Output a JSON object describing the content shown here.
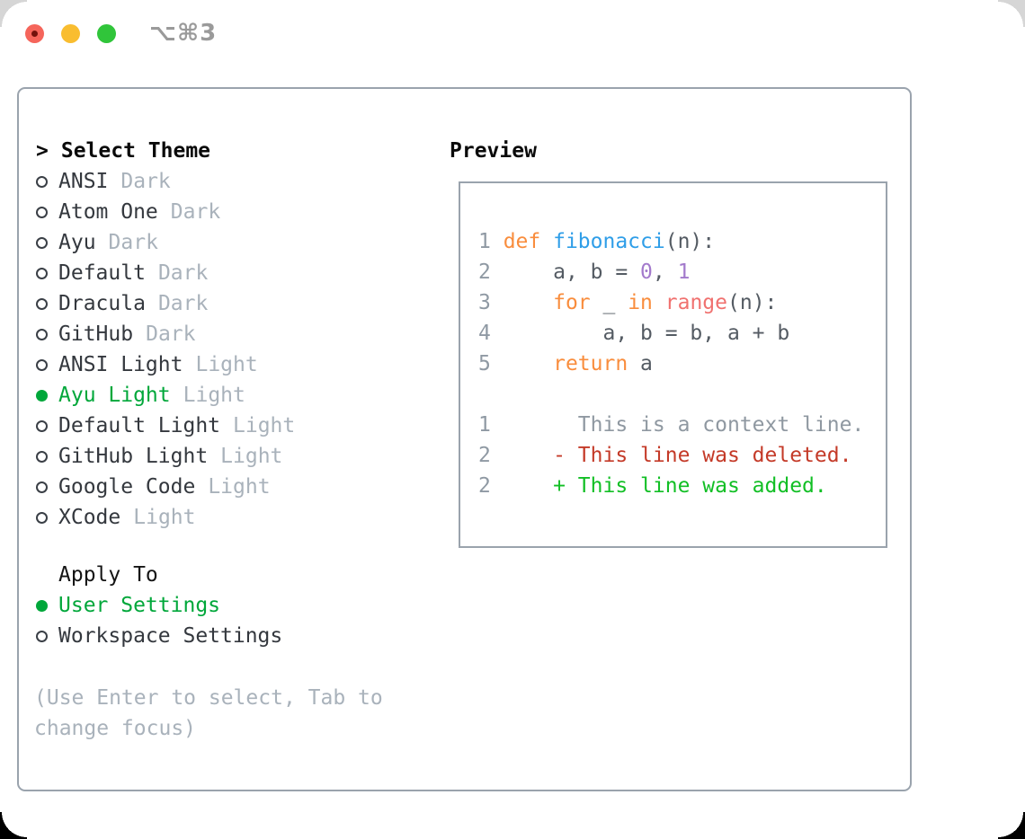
{
  "titlebar": {
    "shortcut_label": "⌥⌘3"
  },
  "palette": {
    "traffic_red": "#f5655b",
    "traffic_red_dot": "#72120c",
    "traffic_yellow": "#f9bd30",
    "traffic_green": "#30c53a",
    "frame_border": "#9aa3ad",
    "ui_selected_green": "#00a73a",
    "text_dark": "#34383e",
    "text_muted": "#a9b2bb",
    "code_plain": "#545b63",
    "code_line_number": "#8f99a3",
    "code_keyword": "#f98d3d",
    "code_function": "#2f9ee8",
    "code_constant": "#a37acc",
    "code_builtin": "#f0716f",
    "diff_context": "#8f98a1",
    "diff_deleted": "#c43a28",
    "diff_added": "#12bf25"
  },
  "theme_panel": {
    "header_prefix": ">",
    "header_label": "Select Theme",
    "items": [
      {
        "name": "ANSI",
        "tag": "Dark",
        "icon": "circle-outline",
        "selected": false
      },
      {
        "name": "Atom One",
        "tag": "Dark",
        "icon": "circle-outline",
        "selected": false
      },
      {
        "name": "Ayu",
        "tag": "Dark",
        "icon": "circle-outline",
        "selected": false
      },
      {
        "name": "Default",
        "tag": "Dark",
        "icon": "circle-outline",
        "selected": false
      },
      {
        "name": "Dracula",
        "tag": "Dark",
        "icon": "circle-outline",
        "selected": false
      },
      {
        "name": "GitHub",
        "tag": "Dark",
        "icon": "circle-outline",
        "selected": false
      },
      {
        "name": "ANSI Light",
        "tag": "Light",
        "icon": "circle-outline",
        "selected": false
      },
      {
        "name": "Ayu Light",
        "tag": "Light",
        "icon": "circle-filled",
        "selected": true
      },
      {
        "name": "Default Light",
        "tag": "Light",
        "icon": "circle-outline",
        "selected": false
      },
      {
        "name": "GitHub Light",
        "tag": "Light",
        "icon": "circle-outline",
        "selected": false
      },
      {
        "name": "Google Code",
        "tag": "Light",
        "icon": "circle-outline",
        "selected": false
      },
      {
        "name": "XCode",
        "tag": "Light",
        "icon": "circle-outline",
        "selected": false
      }
    ],
    "apply_to_label": "Apply To",
    "apply_options": [
      {
        "label": "User Settings",
        "icon": "circle-filled",
        "selected": true
      },
      {
        "label": "Workspace Settings",
        "icon": "circle-outline",
        "selected": false
      }
    ],
    "hint": "(Use Enter to select, Tab to change focus)"
  },
  "preview_panel": {
    "header": "Preview",
    "code_lines": [
      {
        "segments": [
          {
            "s": "1 ",
            "k": "ln"
          },
          {
            "s": "def ",
            "k": "kw"
          },
          {
            "s": "fibonacci",
            "k": "fn"
          },
          {
            "s": "(n):",
            "k": "pl"
          }
        ]
      },
      {
        "segments": [
          {
            "s": "2 ",
            "k": "ln"
          },
          {
            "s": "    a, b = ",
            "k": "pl"
          },
          {
            "s": "0",
            "k": "num"
          },
          {
            "s": ", ",
            "k": "pl"
          },
          {
            "s": "1",
            "k": "num"
          }
        ]
      },
      {
        "segments": [
          {
            "s": "3 ",
            "k": "ln"
          },
          {
            "s": "    ",
            "k": "pl"
          },
          {
            "s": "for",
            "k": "kw"
          },
          {
            "s": " _ ",
            "k": "pl"
          },
          {
            "s": "in",
            "k": "kw"
          },
          {
            "s": " ",
            "k": "pl"
          },
          {
            "s": "range",
            "k": "rng"
          },
          {
            "s": "(n):",
            "k": "pl"
          }
        ]
      },
      {
        "segments": [
          {
            "s": "4 ",
            "k": "ln"
          },
          {
            "s": "        a, b = b, a + b",
            "k": "pl"
          }
        ]
      },
      {
        "segments": [
          {
            "s": "5 ",
            "k": "ln"
          },
          {
            "s": "    ",
            "k": "pl"
          },
          {
            "s": "return",
            "k": "kw"
          },
          {
            "s": " a",
            "k": "pl"
          }
        ]
      }
    ],
    "diff_lines": [
      {
        "segments": [
          {
            "s": "1 ",
            "k": "ln"
          },
          {
            "s": "      This is a context line.",
            "k": "ctx"
          }
        ]
      },
      {
        "segments": [
          {
            "s": "2 ",
            "k": "ln"
          },
          {
            "s": "    - This line was deleted.",
            "k": "del"
          }
        ]
      },
      {
        "segments": [
          {
            "s": "2 ",
            "k": "ln"
          },
          {
            "s": "    + This line was added.",
            "k": "add"
          }
        ]
      }
    ]
  }
}
